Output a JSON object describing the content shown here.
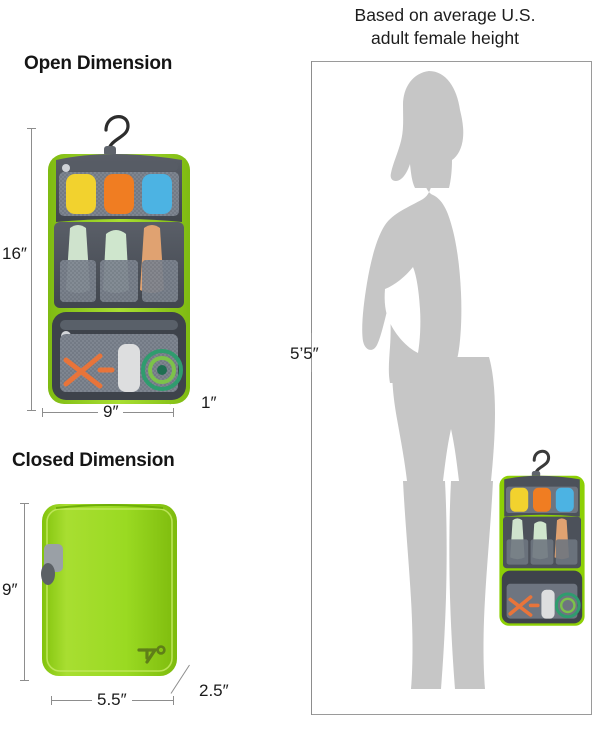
{
  "left_panel": {
    "open": {
      "heading": "Open Dimension",
      "height_label": "16″",
      "width_label": "9″",
      "depth_label": "1″"
    },
    "closed": {
      "heading": "Closed Dimension",
      "height_label": "9″",
      "width_label": "5.5″",
      "depth_label": "2.5″"
    }
  },
  "right_panel": {
    "caption_line1": "Based on average U.S.",
    "caption_line2": "adult female height",
    "height_label": "5’5″"
  },
  "colors": {
    "bag_shell": "#a2d92a",
    "bag_body": "#8dd005",
    "interior": "#4c515a",
    "mesh": "#6e7580",
    "silhouette": "#c6c6c6",
    "rule": "#8d8d8d",
    "text": "#1a1a1a",
    "bottle_yellow": "#f2d22e",
    "bottle_orange": "#f07d22",
    "bottle_blue": "#4cb3e3",
    "bottle_mint": "#bcd9bd",
    "bottle_green": "#8cc67d",
    "bottle_tan": "#e0a271",
    "razor_orange": "#e8743a",
    "tube_white": "#dddedf",
    "disc_green": "#2f9c6e"
  },
  "brand_logo": "travelon-logo"
}
